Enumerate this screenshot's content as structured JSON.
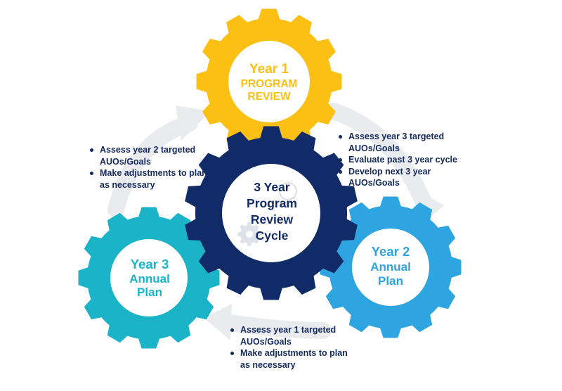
{
  "colors": {
    "year1": "#fcbf14",
    "year2": "#2ea4e0",
    "year3": "#1ab3c8",
    "center": "#112b68",
    "year1_text": "#fcbf14",
    "year2_text": "#2ea4e0",
    "year3_text": "#1ab3c8",
    "center_text": "#112b68",
    "arrow": "#e9ebef",
    "note_text": "#142a5c"
  },
  "gears": {
    "year1": {
      "line1": "Year 1",
      "line2": "PROGRAM",
      "line3": "REVIEW"
    },
    "year2": {
      "line1": "Year 2",
      "line2": "Annual",
      "line3": "Plan"
    },
    "year3": {
      "line1": "Year 3",
      "line2": "Annual",
      "line3": "Plan"
    },
    "center": {
      "line1": "3 Year",
      "line2": "Program",
      "line3": "Review",
      "line4": "Cycle"
    }
  },
  "notes": {
    "left": [
      "Assess year 2 targeted AUOs/Goals",
      "Make adjustments to plan as necessary"
    ],
    "right": [
      "Assess year 3 targeted AUOs/Goals",
      "Evaluate past 3 year cycle",
      "Develop next 3 year AUOs/Goals"
    ],
    "bottom": [
      "Assess year 1 targeted AUOs/Goals",
      "Make adjustments to plan as necessary"
    ]
  }
}
